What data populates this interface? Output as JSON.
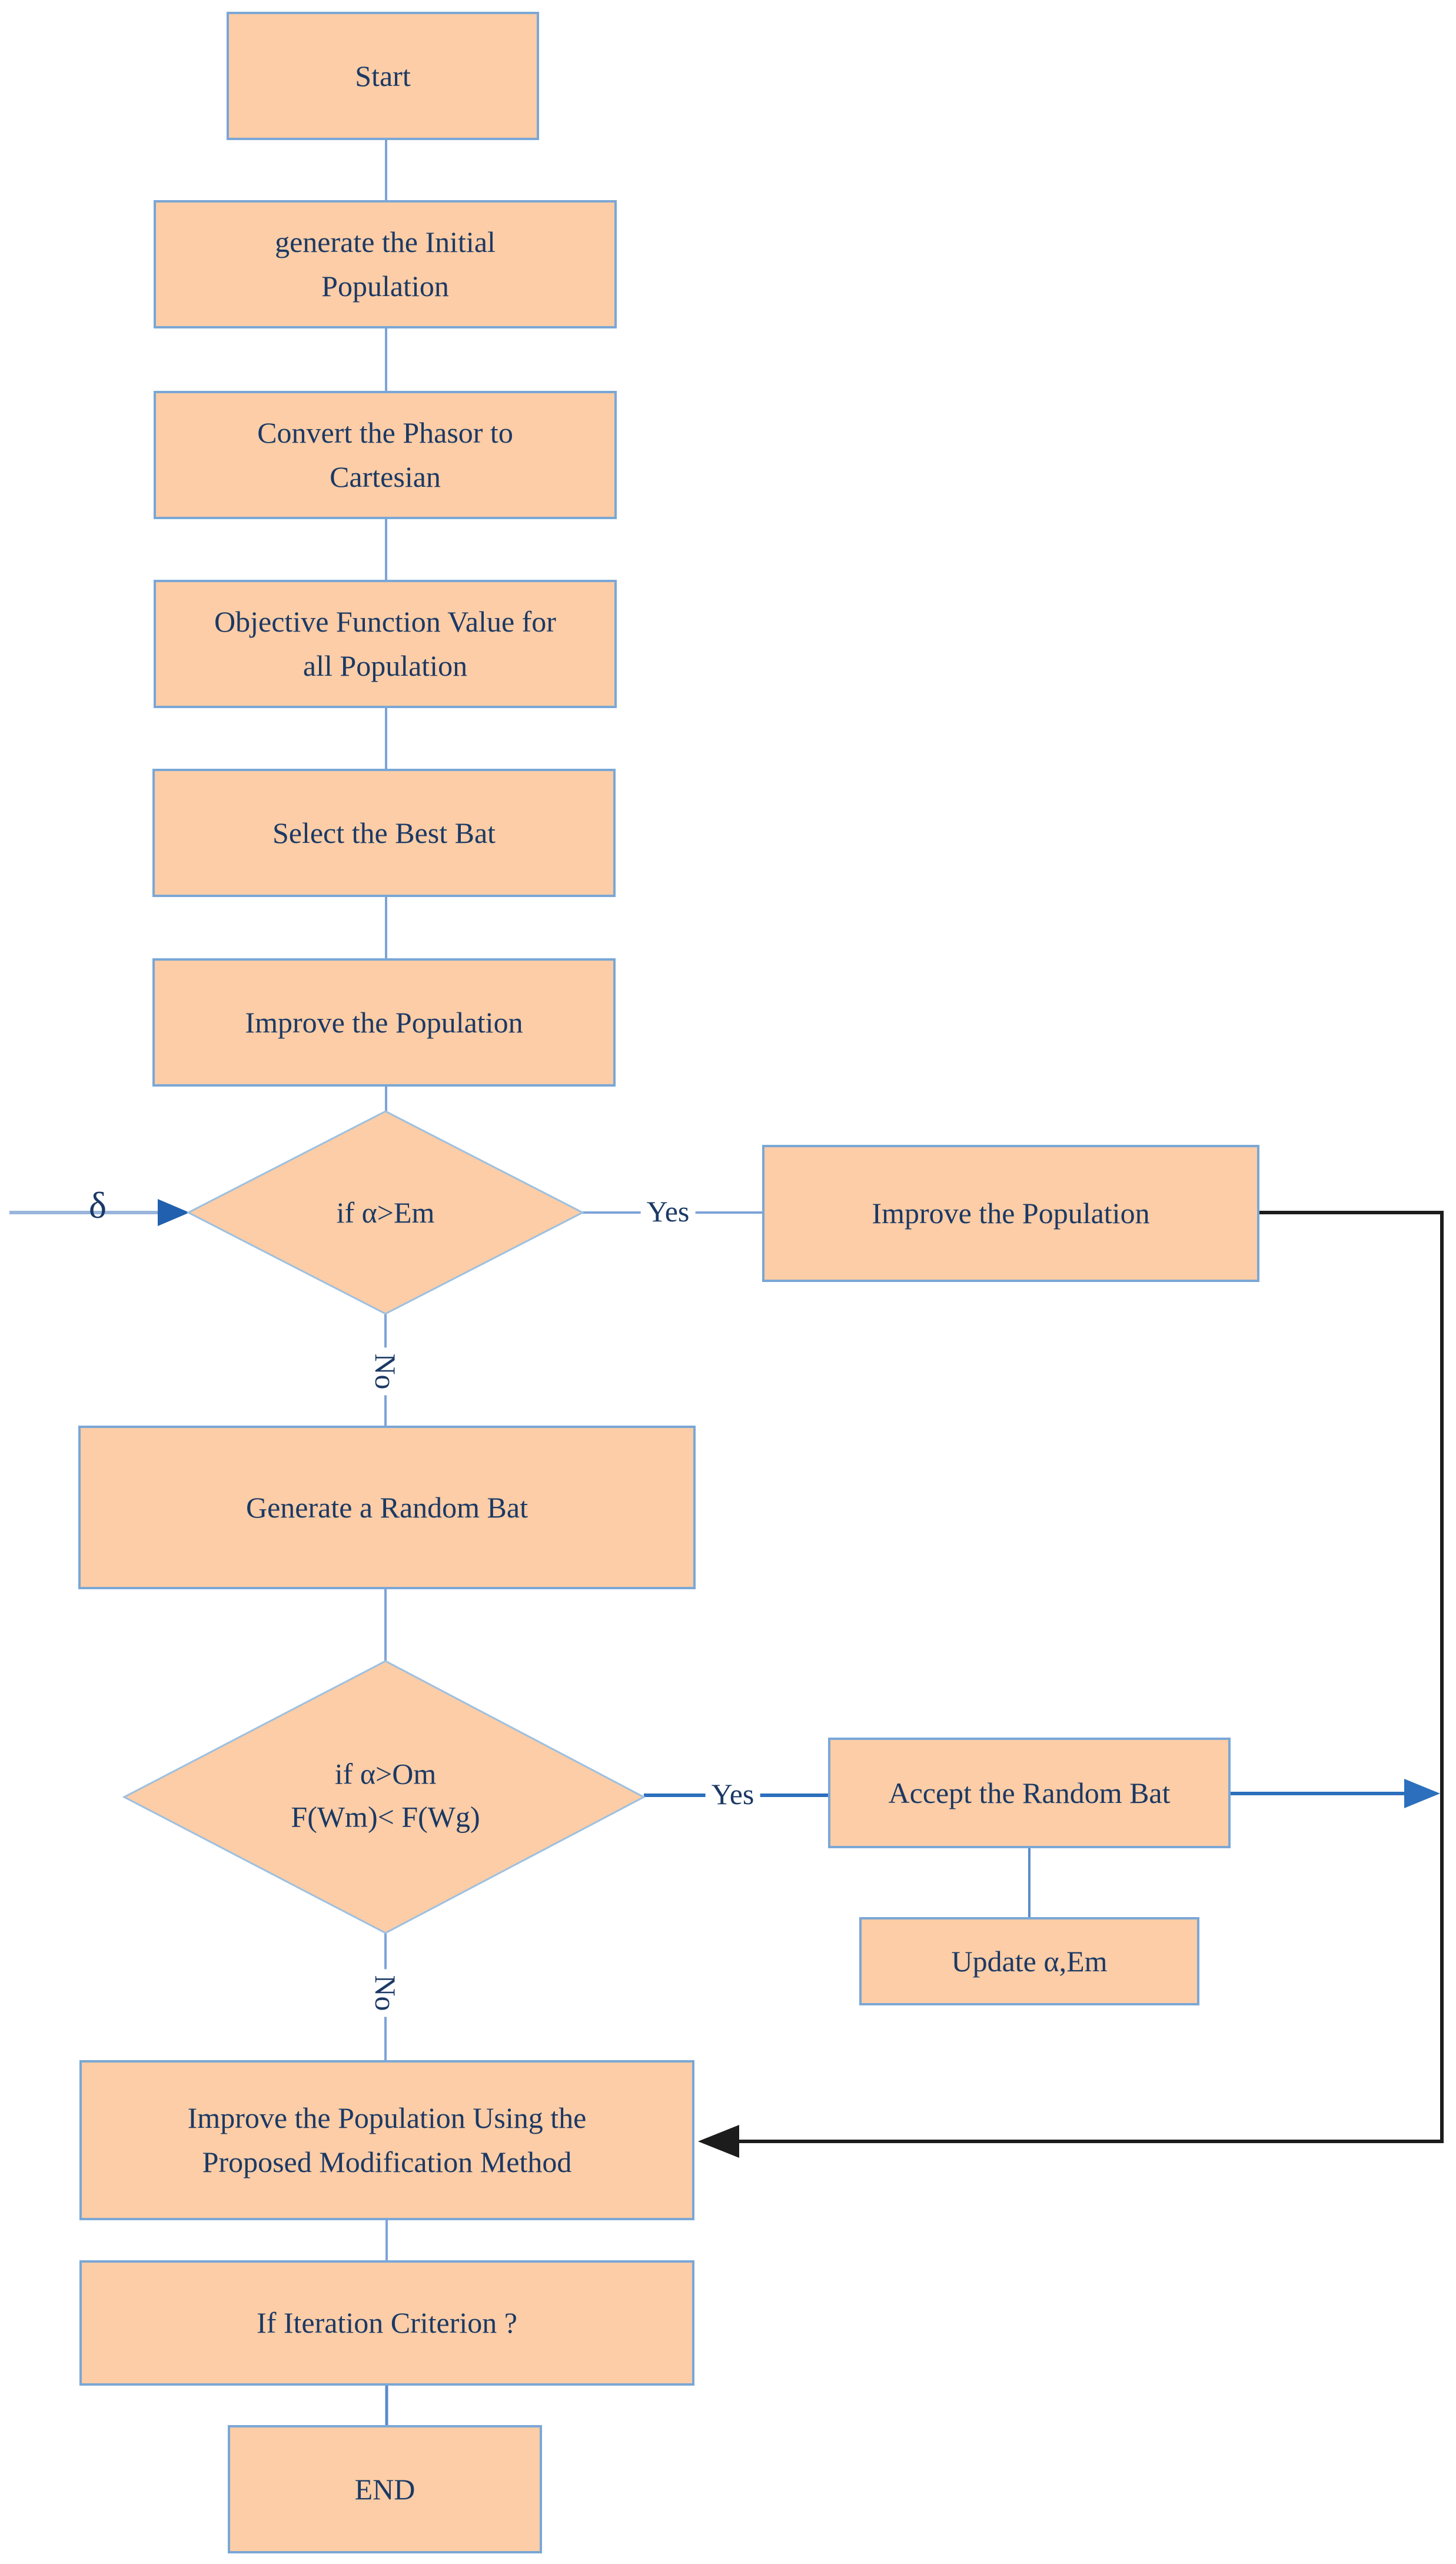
{
  "palette": {
    "node_fill": "#fccda6",
    "node_border": "#7aa7d6",
    "diamond_border": "#9dc0e0",
    "text_color": "#1b3965",
    "connector_blue": "#7da3d8",
    "arrow_blue": "#2b6fbd",
    "arrow_black": "#1c1c1c"
  },
  "flowchart": {
    "nodes": {
      "start": {
        "type": "process",
        "label": "Start"
      },
      "gen_initial": {
        "type": "process",
        "label": "generate the Initial Population"
      },
      "convert": {
        "type": "process",
        "label": "Convert the Phasor to Cartesian"
      },
      "objective": {
        "type": "process",
        "label": "Objective Function Value for all Population"
      },
      "select_best": {
        "type": "process",
        "label": "Select the Best Bat"
      },
      "improve_pop": {
        "type": "process",
        "label": "Improve the Population"
      },
      "decision_em": {
        "type": "decision",
        "label": "if α>Em"
      },
      "improve_pop_yes": {
        "type": "process",
        "label": "Improve the Population"
      },
      "gen_random": {
        "type": "process",
        "label": "Generate a Random Bat"
      },
      "decision_om": {
        "type": "decision",
        "label_line1": "if α>Om",
        "label_line2": "F(Wm)< F(Wg)"
      },
      "accept_random": {
        "type": "process",
        "label": "Accept the Random Bat"
      },
      "update_alpha": {
        "type": "process",
        "label": "Update α,Em"
      },
      "improve_method": {
        "type": "process",
        "label": "Improve the Population Using the Proposed Modification Method"
      },
      "iteration": {
        "type": "process",
        "label": "If Iteration Criterion ?"
      },
      "end": {
        "type": "process",
        "label": "END"
      }
    },
    "edge_labels": {
      "delta": "δ",
      "yes1": "Yes",
      "no1": "No",
      "yes2": "Yes",
      "no2": "No"
    }
  }
}
